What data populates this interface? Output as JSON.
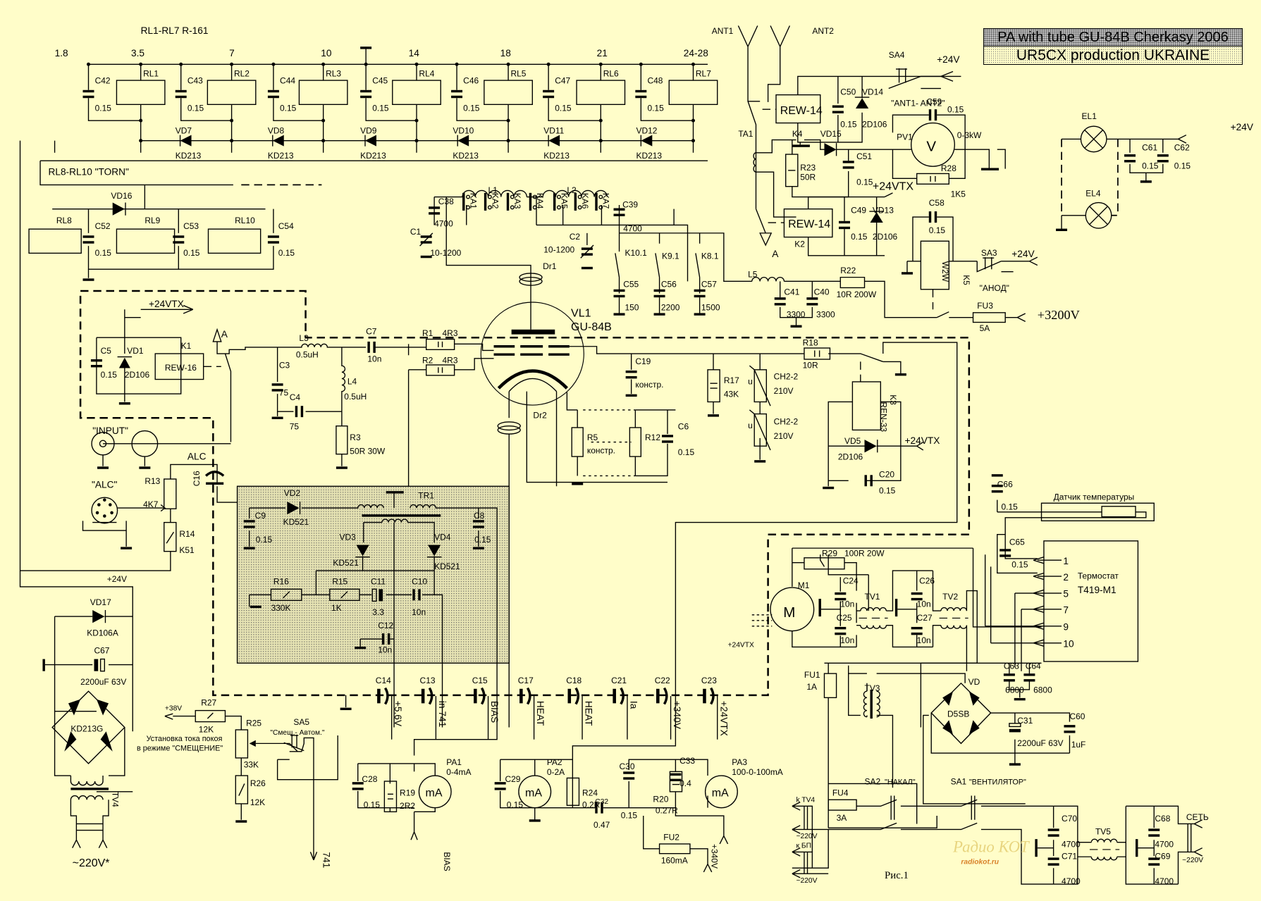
{
  "title": {
    "line1": "PA with tube GU-84B  Cherkasy 2006",
    "line2": "UR5CX production  UKRAINE"
  },
  "figure_caption": "Рис.1",
  "watermark": {
    "logo": "Радио КОТ",
    "url": "radiokot.ru"
  },
  "band_switch": {
    "header": "RL1-RL7  R-161",
    "bands": [
      "1.8",
      "3.5",
      "7",
      "10",
      "14",
      "18",
      "21",
      "24-28"
    ],
    "relays": [
      "RL1",
      "RL2",
      "RL3",
      "RL4",
      "RL5",
      "RL6",
      "RL7"
    ],
    "caps": [
      {
        "ref": "C42",
        "value": "0.15"
      },
      {
        "ref": "C43",
        "value": "0.15"
      },
      {
        "ref": "C44",
        "value": "0.15"
      },
      {
        "ref": "C45",
        "value": "0.15"
      },
      {
        "ref": "C46",
        "value": "0.15"
      },
      {
        "ref": "C47",
        "value": "0.15"
      },
      {
        "ref": "C48",
        "value": "0.15"
      }
    ],
    "diodes": [
      {
        "ref": "VD7",
        "type": "KD213"
      },
      {
        "ref": "VD8",
        "type": "KD213"
      },
      {
        "ref": "VD9",
        "type": "KD213"
      },
      {
        "ref": "VD10",
        "type": "KD213"
      },
      {
        "ref": "VD11",
        "type": "KD213"
      },
      {
        "ref": "VD12",
        "type": "KD213"
      }
    ]
  },
  "torn": {
    "header": "RL8-RL10 \"TORN\"",
    "relays": [
      "RL8",
      "RL9",
      "RL10"
    ],
    "diode": "VD16",
    "caps": [
      {
        "ref": "C52",
        "value": "0.15"
      },
      {
        "ref": "C53",
        "value": "0.15"
      },
      {
        "ref": "C54",
        "value": "0.15"
      }
    ]
  },
  "antenna": {
    "ant1": "ANT1",
    "ant2": "ANT2",
    "sa4": "SA4",
    "sa4_label": "\"ANT1- ANT2\"",
    "sa4_supply": "+24V",
    "k4": {
      "ref": "K4",
      "type": "REW-14"
    },
    "c50": {
      "ref": "C50",
      "value": "0.15"
    },
    "vd14": {
      "ref": "VD14",
      "type": "2D106"
    },
    "ta1": "TA1",
    "vd15": "VD15",
    "r23": {
      "ref": "R23",
      "value": "50R"
    },
    "c51": {
      "ref": "C51",
      "value": "0.15"
    },
    "c59": {
      "ref": "C59",
      "value": "0.15"
    },
    "pv1": {
      "ref": "PV1",
      "range": "0-3kW",
      "symbol": "V"
    },
    "r28": {
      "ref": "R28",
      "value": "1K5"
    },
    "k2": {
      "ref": "K2",
      "type": "REW-14"
    },
    "c49": {
      "ref": "C49",
      "value": "0.15"
    },
    "vd13": {
      "ref": "VD13",
      "type": "2D106"
    },
    "vtx": "+24VTX",
    "point_a": "A"
  },
  "lamps": {
    "el1": "EL1",
    "el4": "EL4",
    "supply": "+24V",
    "c61": {
      "ref": "C61",
      "value": "0.15"
    },
    "c62": {
      "ref": "C62",
      "value": "0.15"
    }
  },
  "tank": {
    "l1": "L1",
    "l2": "L2",
    "ka": [
      "KA1",
      "KA2",
      "KA3",
      "KA4",
      "KA5",
      "KA6",
      "KA7"
    ],
    "c38": {
      "ref": "C38",
      "value": "4700"
    },
    "c1": {
      "ref": "C1",
      "value": "10-1200"
    },
    "c39": {
      "ref": "C39",
      "value": "4700"
    },
    "c2": {
      "ref": "C2",
      "value": "10-1200"
    },
    "dr1": "Dr1",
    "k10": "K10.1",
    "k9": "K9.1",
    "k8": "K8.1",
    "c55": {
      "ref": "C55",
      "value": "150"
    },
    "c56": {
      "ref": "C56",
      "value": "2200"
    },
    "c57": {
      "ref": "C57",
      "value": "1500"
    },
    "l5": "L5",
    "c41": {
      "ref": "C41",
      "value": "3300"
    },
    "c40": {
      "ref": "C40",
      "value": "3300"
    },
    "r22": {
      "ref": "R22",
      "value": "10R 200W"
    },
    "k5": {
      "ref": "K5",
      "type": "W2W"
    },
    "c58": {
      "ref": "C58",
      "value": "0.15"
    },
    "sa3": "SA3",
    "sa3_label": "\"АНОД\"",
    "sa3_supply": "+24V",
    "fu3": {
      "ref": "FU3",
      "value": "5A"
    },
    "hv": "+3200V"
  },
  "tube": {
    "ref": "VL1",
    "type": "GU-84B",
    "dr2": "Dr2"
  },
  "input": {
    "vtx": "+24VTX",
    "c5": {
      "ref": "C5",
      "value": "0.15"
    },
    "vd1": {
      "ref": "VD1",
      "type": "2D106"
    },
    "k1": {
      "ref": "K1",
      "type": "REW-16"
    },
    "point_a": "A",
    "input_label": "\"INPUT\"",
    "alc_label": "\"ALC\"",
    "alc": "ALC",
    "l3": {
      "ref": "L3",
      "value": "0.5uH"
    },
    "l4": {
      "ref": "L4",
      "value": "0.5uH"
    },
    "c3": {
      "ref": "C3",
      "value": "75"
    },
    "c4": {
      "ref": "C4",
      "value": "75"
    },
    "c7": {
      "ref": "C7",
      "value": "10n"
    },
    "r3": {
      "ref": "R3",
      "value": "50R 30W"
    },
    "r1": {
      "ref": "R1",
      "value": "4R3"
    },
    "r2": {
      "ref": "R2",
      "value": "4R3"
    },
    "c16": "C16",
    "r13": {
      "ref": "R13",
      "value": "4K7"
    },
    "r14": {
      "ref": "R14",
      "value": "K51"
    }
  },
  "alc_board": {
    "vd2": {
      "ref": "VD2",
      "type": "KD521"
    },
    "tr1": "TR1",
    "c9": {
      "ref": "C9",
      "value": "0.15"
    },
    "c8": {
      "ref": "C8",
      "value": "0.15"
    },
    "vd3": {
      "ref": "VD3",
      "type": "KD521"
    },
    "vd4": {
      "ref": "VD4",
      "type": "KD521"
    },
    "r16": {
      "ref": "R16",
      "value": "330K"
    },
    "r15": {
      "ref": "R15",
      "value": "1K"
    },
    "c11": {
      "ref": "C11",
      "value": "3.3"
    },
    "c10": {
      "ref": "C10",
      "value": "10n"
    },
    "c12": {
      "ref": "C12",
      "value": "10n"
    }
  },
  "screen": {
    "c19": {
      "ref": "C19",
      "value": "констр."
    },
    "r17": {
      "ref": "R17",
      "value": "43K"
    },
    "ch1": {
      "ref": "CH2-2",
      "value": "210V"
    },
    "ch2": {
      "ref": "CH2-2",
      "value": "210V"
    },
    "r18": {
      "ref": "R18",
      "value": "10R"
    },
    "k3": {
      "ref": "K3",
      "type": "REN-33"
    },
    "vd5": {
      "ref": "VD5",
      "type": "2D106"
    },
    "c20": {
      "ref": "C20",
      "value": "0.15"
    },
    "vtx": "+24VTX",
    "r5": {
      "ref": "R5",
      "value": "констр."
    },
    "r12": {
      "ref": "R12"
    },
    "c6": {
      "ref": "C6",
      "value": "0.15"
    },
    "varistor_u": "u"
  },
  "feedthrough": {
    "caps": [
      "C14",
      "C13",
      "C15",
      "C17",
      "C18",
      "C21",
      "C22",
      "C23"
    ],
    "nets": [
      "+5.6V",
      "in 741",
      "BIAS",
      "HEAT",
      "HEAT",
      "Ia",
      "+340V",
      "+24VTX"
    ],
    "vtx_top": "+24VTX"
  },
  "supply24": {
    "label": "+24V",
    "vd17": {
      "ref": "VD17",
      "type": "KD106A"
    },
    "c67": {
      "ref": "C67",
      "value": "2200uF 63V"
    },
    "bridge": "KD213G",
    "tv4": "TV4",
    "mains": "~220V*"
  },
  "bias": {
    "v38": "+38V",
    "r27": {
      "ref": "R27",
      "value": "12K"
    },
    "r25": {
      "ref": "R25",
      "value": "33K"
    },
    "r26": {
      "ref": "R26",
      "value": "12K"
    },
    "sa5": "SA5",
    "sa5_label": "\"Смещ.- Автом.\"",
    "note_line1": "Установка тока покоя",
    "note_line2": "в режиме \"СМЕЩЕНИЕ\"",
    "out_741": "741"
  },
  "meters": {
    "pa1": {
      "ref": "PA1",
      "range": "0-4mA"
    },
    "pa2": {
      "ref": "PA2",
      "range": "0-2A"
    },
    "pa3": {
      "ref": "PA3",
      "range": "100-0-100mA"
    },
    "symbol": "mA",
    "c28": {
      "ref": "C28",
      "value": "0.15"
    },
    "r19": {
      "ref": "R19",
      "value": "2R2"
    },
    "c29": {
      "ref": "C29",
      "value": "0.15"
    },
    "r24": {
      "ref": "R24",
      "value": "0.2R"
    },
    "c32": {
      "ref": "C32",
      "value": "0.47"
    },
    "c30": {
      "ref": "C30",
      "value": "0.15"
    },
    "r20": {
      "ref": "R20",
      "value": "0.27R"
    },
    "c33": {
      "ref": "C33",
      "value": "0.4"
    },
    "fu2": {
      "ref": "FU2",
      "value": "160mA"
    },
    "bias": "BIAS",
    "v340": "+340V"
  },
  "fan": {
    "m1": "M1",
    "symbol": "M",
    "r29": {
      "ref": "R29",
      "value": "100R 20W"
    },
    "c24": {
      "ref": "C24",
      "value": "10n"
    },
    "c25": {
      "ref": "C25",
      "value": "10n"
    },
    "c26": {
      "ref": "C26",
      "value": "10n"
    },
    "c27": {
      "ref": "C27",
      "value": "10n"
    },
    "tv1": "TV1",
    "tv2": "TV2",
    "vtx": "+24VTX"
  },
  "thermostat": {
    "sensor": "Датчик температуры",
    "name_line1": "Термостат",
    "name_line2": "T419-M1",
    "pins": [
      "1",
      "2",
      "5",
      "7",
      "9",
      "10"
    ],
    "c66": {
      "ref": "C66",
      "value": "0.15"
    },
    "c65": {
      "ref": "C65",
      "value": "0.15"
    }
  },
  "psu": {
    "fu1": {
      "ref": "FU1",
      "value": "1A"
    },
    "tv3": "TV3",
    "vd": "VD",
    "bridge": "D5SB",
    "c63": {
      "ref": "C63",
      "value": "6800"
    },
    "c64": {
      "ref": "C64",
      "value": "6800"
    },
    "c31": {
      "ref": "C31",
      "value": "2200uF 63V"
    },
    "c60": {
      "ref": "C60",
      "value": "1uF"
    }
  },
  "mains": {
    "k_tv4": "k TV4",
    "v220a": "~220V",
    "k_bp": "к БП",
    "v220b": "~220V",
    "fu4": {
      "ref": "FU4",
      "value": "3A"
    },
    "sa2": "SA2",
    "sa2_label": "\"НАКАЛ\"",
    "sa1": "SA1",
    "sa1_label": "\"ВЕНТИЛЯТОР\"",
    "c70": {
      "ref": "C70",
      "value": "4700"
    },
    "c71": {
      "ref": "C71",
      "value": "4700"
    },
    "c68": {
      "ref": "C68",
      "value": "4700"
    },
    "c69": {
      "ref": "C69",
      "value": "4700"
    },
    "tv5": "TV5",
    "net": "СЕТЬ",
    "v220c": "~220V"
  }
}
